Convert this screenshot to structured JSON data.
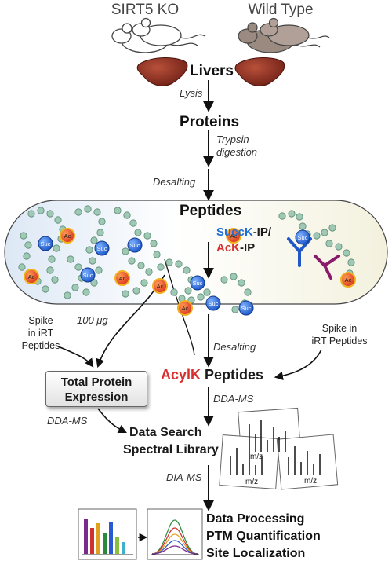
{
  "groups": {
    "ko": "SIRT5 KO",
    "wt": "Wild Type"
  },
  "steps": {
    "livers": "Livers",
    "proteins": "Proteins",
    "peptides": "Peptides",
    "acylk_prefix": "AcylK",
    "acylk_suffix": " Peptides",
    "data_search_1": "Data Search",
    "data_search_2": "Spectral Library"
  },
  "ip": {
    "succk": "SuccK",
    "succk_rest": "-IP/",
    "ack": "AcK",
    "ack_rest": "-IP"
  },
  "processes": {
    "lysis": "Lysis",
    "trypsin_1": "Trypsin",
    "trypsin_2": "digestion",
    "desalting_1": "Desalting",
    "desalting_2": "Desalting",
    "dda_ms_1": "DDA-MS",
    "dda_ms_2": "DDA-MS",
    "dia_ms": "DIA-MS"
  },
  "spike_left": [
    "Spike",
    "in iRT",
    "Peptides"
  ],
  "spike_right": [
    "Spike in",
    "iRT Peptides"
  ],
  "amount": "100 μg",
  "tpe": [
    "Total Protein",
    "Expression"
  ],
  "mod_labels": {
    "suc": "Suc",
    "ac": "Ac"
  },
  "spectra_axis": "m/z",
  "final": [
    "Data Processing",
    "PTM Quantification",
    "Site Localization"
  ],
  "colors": {
    "succ": "#2a6fe0",
    "ac": "#e8502a",
    "ac_ring": "#f0b020",
    "bead": "#9fc9b4",
    "antibody_blue": "#2058c8",
    "antibody_purple": "#8a1a6a",
    "liver": "#8a2a1c"
  }
}
